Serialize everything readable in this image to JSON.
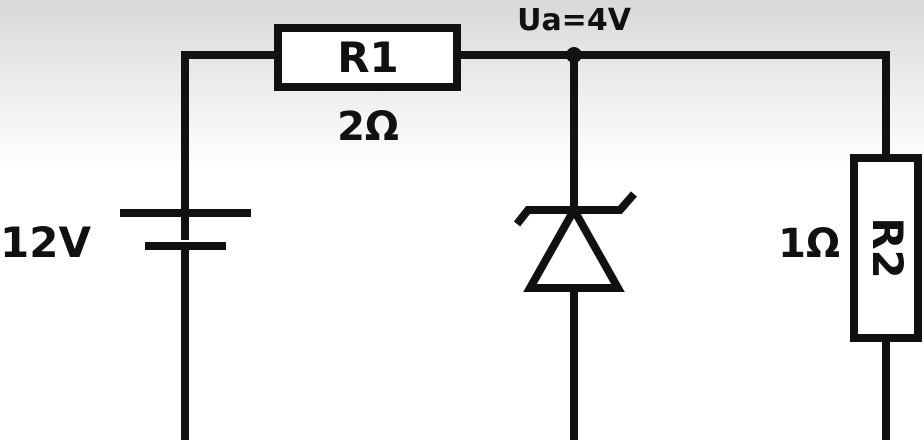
{
  "diagram": {
    "type": "circuit",
    "node_label": "Ua=4V",
    "source": {
      "label": "12V",
      "symbol": "battery"
    },
    "components": [
      {
        "id": "r1",
        "name": "R1",
        "value": "2Ω",
        "symbol": "resistor"
      },
      {
        "id": "r2",
        "name": "R2",
        "value": "1Ω",
        "symbol": "resistor"
      },
      {
        "id": "d1",
        "symbol": "zener-diode"
      }
    ],
    "colors": {
      "wire": "#111111",
      "fill": "#ffffff"
    }
  }
}
